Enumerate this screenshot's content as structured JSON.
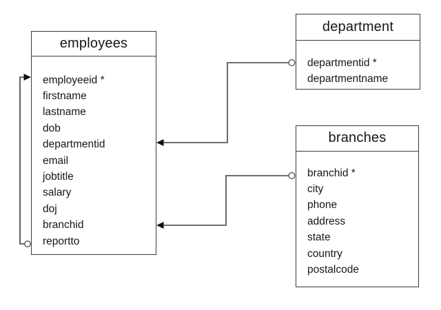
{
  "diagram": {
    "tables": [
      {
        "id": "employees",
        "title": "employees",
        "fields": [
          "employeeid *",
          "firstname",
          "lastname",
          "dob",
          "departmentid",
          "email",
          "jobtitle",
          "salary",
          "doj",
          "branchid",
          "reportto"
        ]
      },
      {
        "id": "department",
        "title": "department",
        "fields": [
          "departmentid *",
          "departmentname"
        ]
      },
      {
        "id": "branches",
        "title": "branches",
        "fields": [
          "branchid *",
          "city",
          "phone",
          "address",
          "state",
          "country",
          "postalcode"
        ]
      }
    ],
    "relationships": [
      {
        "from": "department.departmentid",
        "to": "employees.departmentid",
        "from_marker": "circle",
        "to_marker": "arrow"
      },
      {
        "from": "branches.branchid",
        "to": "employees.branchid",
        "from_marker": "circle",
        "to_marker": "arrow"
      },
      {
        "from": "employees.reportto",
        "to": "employees.employeeid",
        "from_marker": "circle",
        "to_marker": "arrow"
      }
    ],
    "colors": {
      "background": "#ffffff",
      "table_border": "#3a3a3a",
      "connector_line": "#595959",
      "arrow_fill": "#111111",
      "text": "#171717"
    }
  }
}
